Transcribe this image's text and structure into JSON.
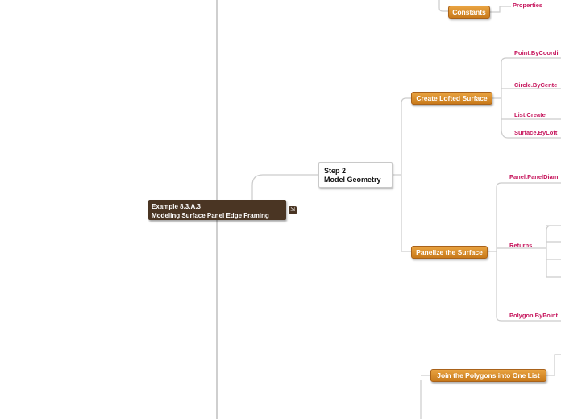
{
  "root": {
    "line1": "Example 8.3.A.3",
    "line2": "Modeling Surface Panel Edge Framing"
  },
  "step": {
    "line1": "Step 2",
    "line2": "Model Geometry"
  },
  "branches": {
    "constants": "Constants",
    "lofted": "Create Lofted Surface",
    "panelize": "Panelize the Surface",
    "join": "Join the Polygons into One List"
  },
  "leaves": {
    "properties": "Properties",
    "point_by_coord": "Point.ByCoordi",
    "circle_by_center": "Circle.ByCente",
    "list_create": "List.Create",
    "surface_by_loft": "Surface.ByLoft",
    "panel_diam": "Panel.PanelDiam",
    "returns": "Returns",
    "polygon_by_point": "Polygon.ByPoint"
  },
  "colors": {
    "root_bg": "#4a3523",
    "branch_orange": "#d98a26",
    "leaf_text": "#c6155c",
    "connector": "#cccccc"
  },
  "icons": {
    "expand": "expand-icon"
  }
}
